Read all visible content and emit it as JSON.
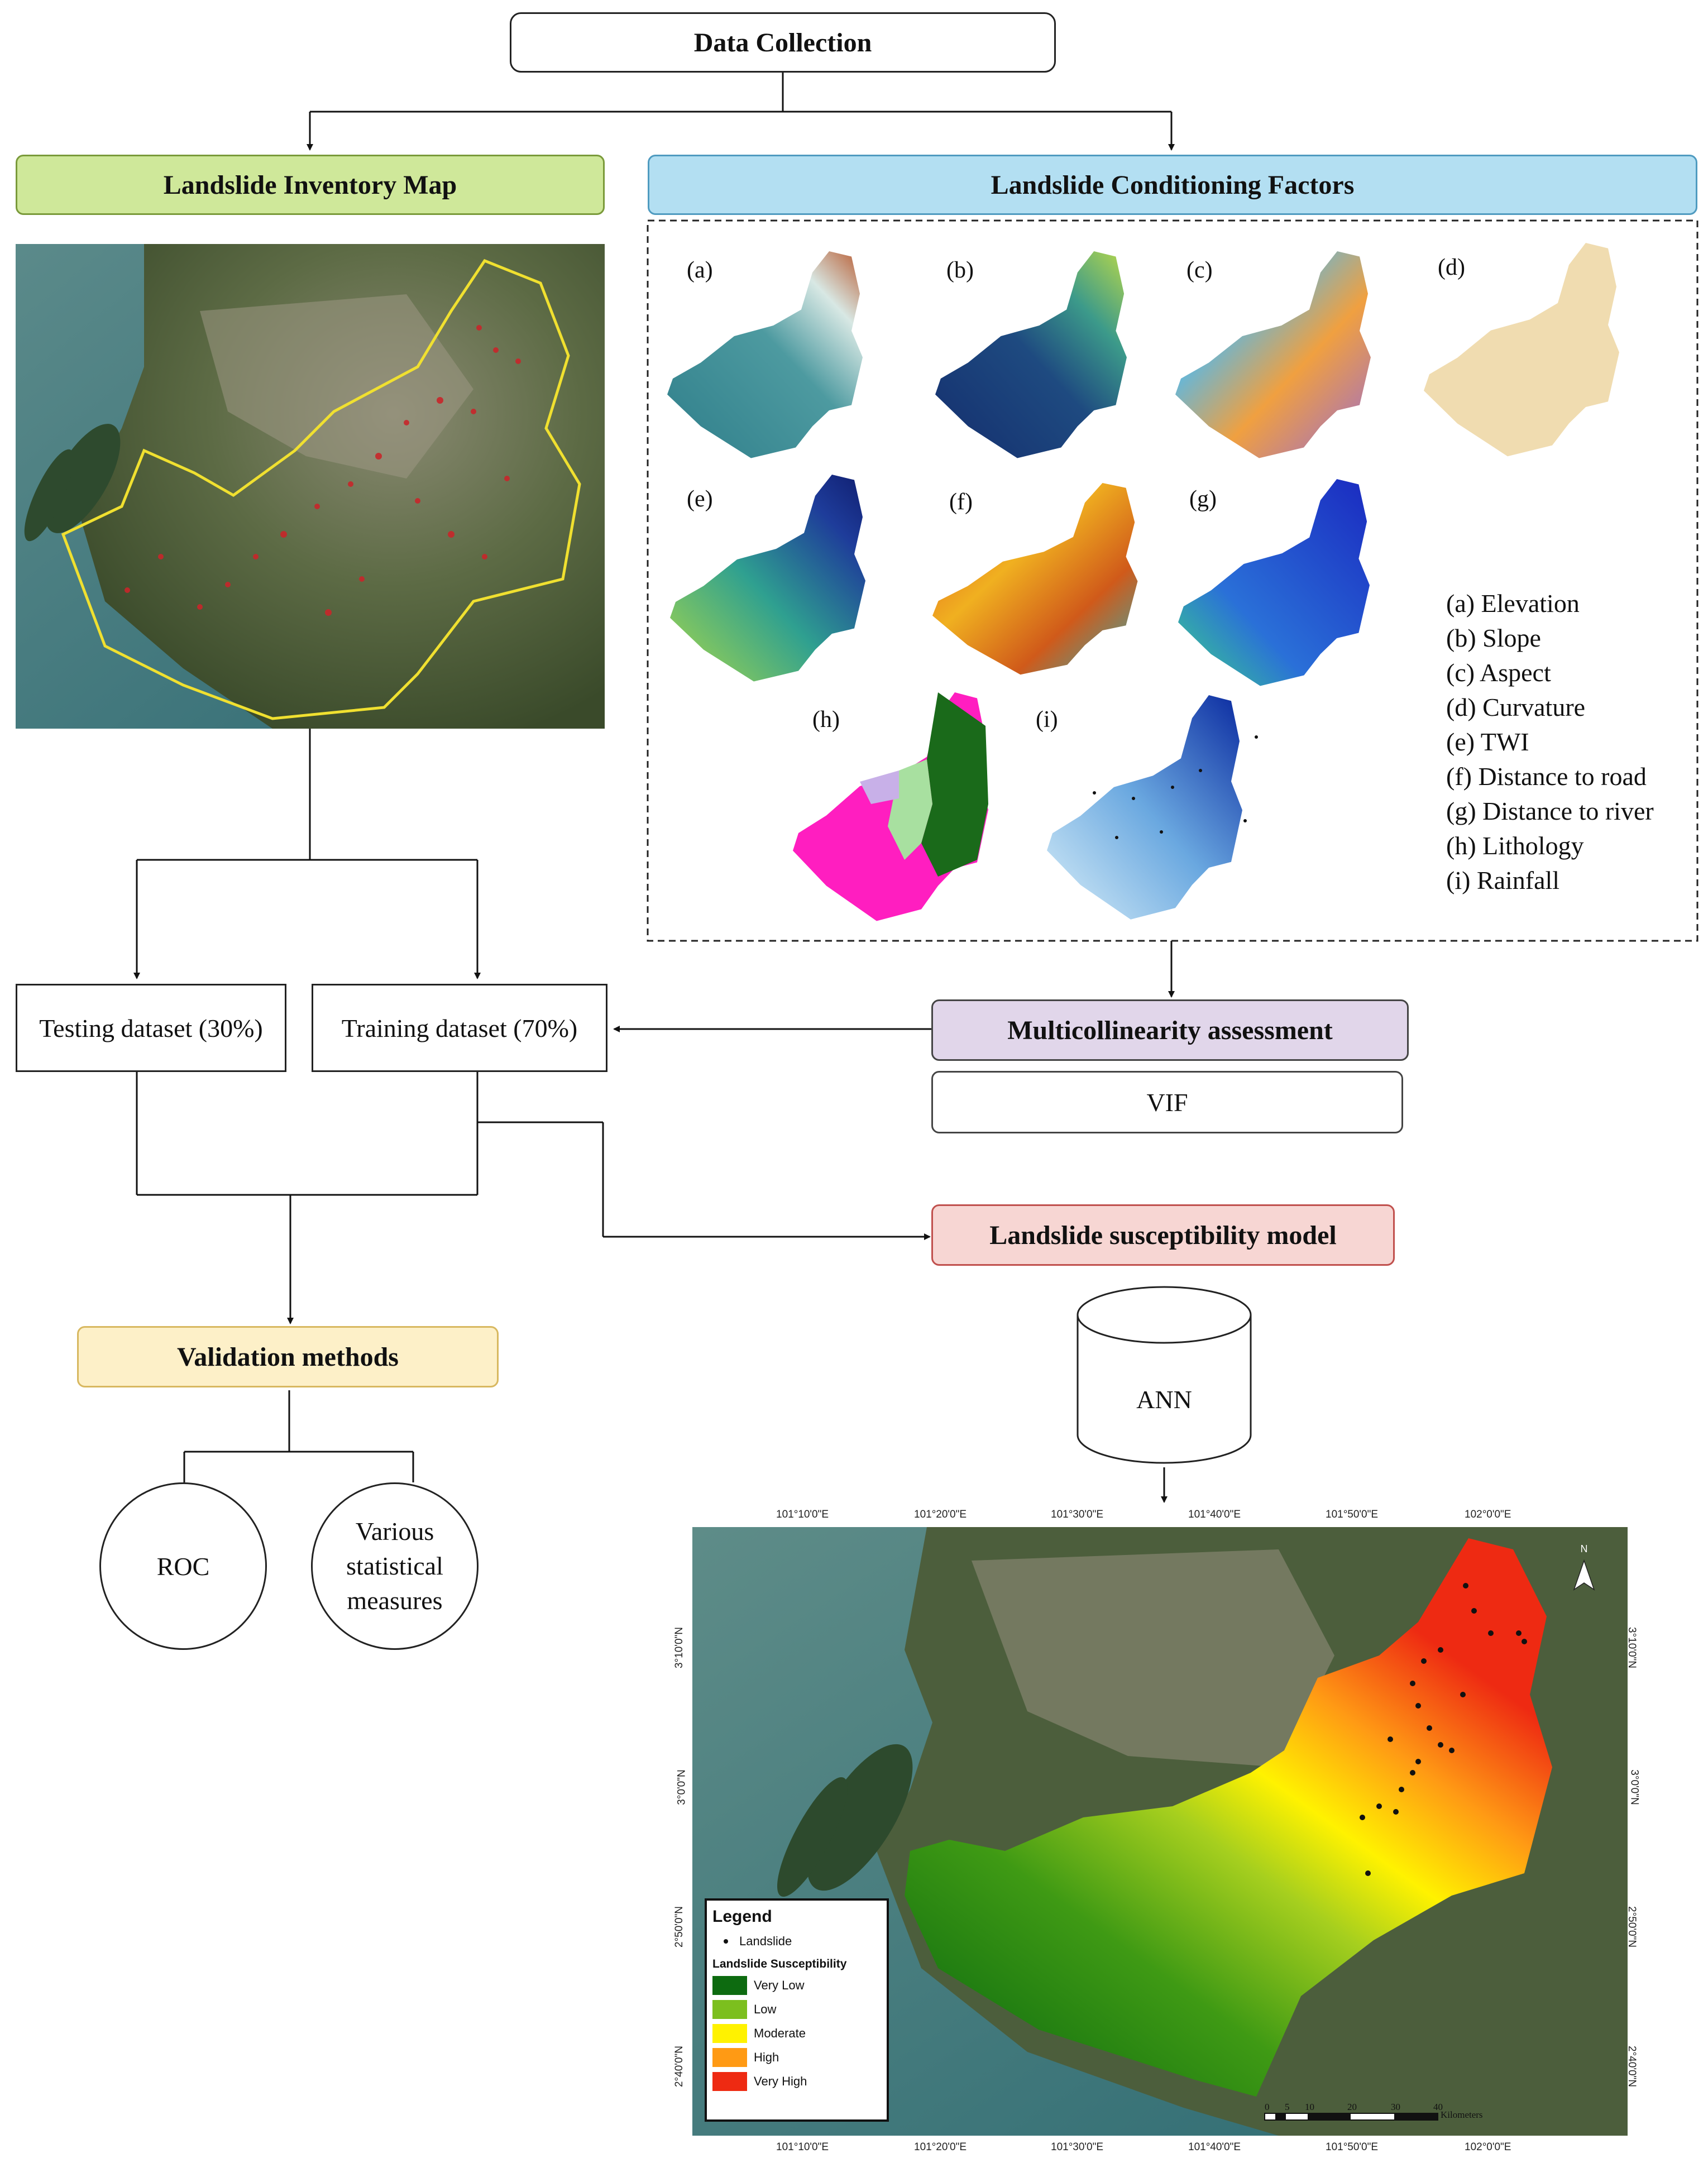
{
  "nodes": {
    "data_collection": "Data Collection",
    "inventory_map": "Landslide Inventory Map",
    "conditioning_factors": "Landslide Conditioning Factors",
    "testing": "Testing dataset (30%)",
    "training": "Training dataset (70%)",
    "multicollinearity": "Multicollinearity assessment",
    "vif": "VIF",
    "model": "Landslide susceptibility model",
    "ann": "ANN",
    "validation": "Validation methods",
    "roc": "ROC",
    "stat_line1": "Various",
    "stat_line2": "statistical",
    "stat_line3": "measures"
  },
  "factor_panels": [
    {
      "tag": "(a)",
      "name": "(a) Elevation"
    },
    {
      "tag": "(b)",
      "name": "(b) Slope"
    },
    {
      "tag": "(c)",
      "name": "(c) Aspect"
    },
    {
      "tag": "(d)",
      "name": "(d) Curvature"
    },
    {
      "tag": "(e)",
      "name": "(e) TWI"
    },
    {
      "tag": "(f)",
      "name": "(f) Distance to road"
    },
    {
      "tag": "(g)",
      "name": "(g) Distance to river"
    },
    {
      "tag": "(h)",
      "name": "(h) Lithology"
    },
    {
      "tag": "(i)",
      "name": "(i) Rainfall"
    }
  ],
  "colors": {
    "inventory_header": "#cfe89a",
    "factors_header": "#b3dff2",
    "multicollinearity": "#e1d6ea",
    "model": "#f7d6d3",
    "validation": "#fdf0c8",
    "boundary": "#f0e030"
  },
  "output_map": {
    "legend_title": "Legend",
    "landslide_label": "Landslide",
    "susceptibility_title": "Landslide Susceptibility",
    "classes": [
      {
        "label": "Very Low",
        "color": "#0d6b10"
      },
      {
        "label": "Low",
        "color": "#7cbf1e"
      },
      {
        "label": "Moderate",
        "color": "#fff200"
      },
      {
        "label": "High",
        "color": "#ff9a14"
      },
      {
        "label": "Very High",
        "color": "#ee2a12"
      }
    ],
    "lon_ticks": [
      "101°10'0\"E",
      "101°20'0\"E",
      "101°30'0\"E",
      "101°40'0\"E",
      "101°50'0\"E",
      "102°0'0\"E"
    ],
    "lat_ticks": [
      "3°10'0\"N",
      "3°0'0\"N",
      "2°50'0\"N",
      "2°40'0\"N"
    ],
    "scale_labels": [
      "0",
      "5",
      "10",
      "20",
      "30",
      "40"
    ],
    "scale_unit": "Kilometers",
    "north": "N"
  }
}
